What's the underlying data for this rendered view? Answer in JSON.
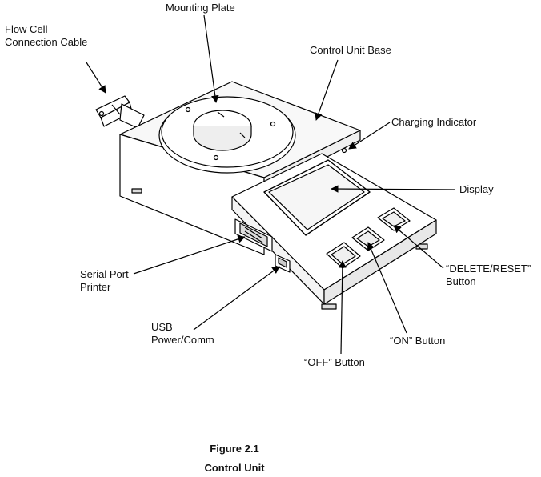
{
  "labels": {
    "flow_cell_line1": "Flow Cell",
    "flow_cell_line2": "Connection Cable",
    "mounting_plate": "Mounting Plate",
    "control_unit_base": "Control Unit Base",
    "charging_indicator": "Charging Indicator",
    "display": "Display",
    "delete_reset_line1": "“DELETE/RESET”",
    "delete_reset_line2": "Button",
    "serial_port_line1": "Serial Port",
    "serial_port_line2": "Printer",
    "usb_line1": "USB",
    "usb_line2": "Power/Comm",
    "on_button": "“ON” Button",
    "off_button": "“OFF” Button"
  },
  "caption": {
    "figure": "Figure 2.1",
    "title": "Control Unit"
  }
}
